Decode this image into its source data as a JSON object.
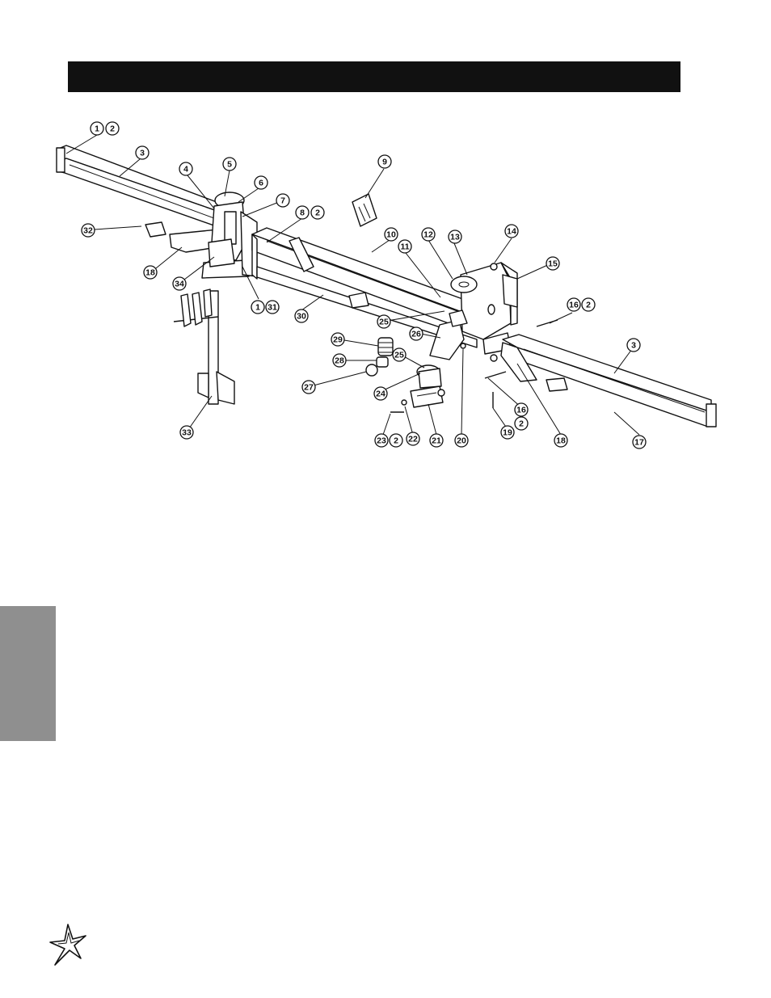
{
  "header": {
    "title": ""
  },
  "callouts": [
    {
      "id": "c-1a",
      "label": "1"
    },
    {
      "id": "c-2a",
      "label": "2"
    },
    {
      "id": "c-3a",
      "label": "3"
    },
    {
      "id": "c-4",
      "label": "4"
    },
    {
      "id": "c-5",
      "label": "5"
    },
    {
      "id": "c-6",
      "label": "6"
    },
    {
      "id": "c-7",
      "label": "7"
    },
    {
      "id": "c-8",
      "label": "8"
    },
    {
      "id": "c-2b",
      "label": "2"
    },
    {
      "id": "c-9",
      "label": "9"
    },
    {
      "id": "c-10",
      "label": "10"
    },
    {
      "id": "c-11",
      "label": "11"
    },
    {
      "id": "c-12",
      "label": "12"
    },
    {
      "id": "c-13",
      "label": "13"
    },
    {
      "id": "c-14",
      "label": "14"
    },
    {
      "id": "c-15",
      "label": "15"
    },
    {
      "id": "c-16a",
      "label": "16"
    },
    {
      "id": "c-2c",
      "label": "2"
    },
    {
      "id": "c-32",
      "label": "32"
    },
    {
      "id": "c-18a",
      "label": "18"
    },
    {
      "id": "c-34",
      "label": "34"
    },
    {
      "id": "c-1b",
      "label": "1"
    },
    {
      "id": "c-31",
      "label": "31"
    },
    {
      "id": "c-30",
      "label": "30"
    },
    {
      "id": "c-25a",
      "label": "25"
    },
    {
      "id": "c-29",
      "label": "29"
    },
    {
      "id": "c-26",
      "label": "26"
    },
    {
      "id": "c-28",
      "label": "28"
    },
    {
      "id": "c-25b",
      "label": "25"
    },
    {
      "id": "c-27",
      "label": "27"
    },
    {
      "id": "c-24",
      "label": "24"
    },
    {
      "id": "c-3b",
      "label": "3"
    },
    {
      "id": "c-16b",
      "label": "16"
    },
    {
      "id": "c-2d",
      "label": "2"
    },
    {
      "id": "c-19",
      "label": "19"
    },
    {
      "id": "c-33",
      "label": "33"
    },
    {
      "id": "c-23",
      "label": "23"
    },
    {
      "id": "c-2e",
      "label": "2"
    },
    {
      "id": "c-22",
      "label": "22"
    },
    {
      "id": "c-21",
      "label": "21"
    },
    {
      "id": "c-20",
      "label": "20"
    },
    {
      "id": "c-18b",
      "label": "18"
    },
    {
      "id": "c-17",
      "label": "17"
    }
  ]
}
